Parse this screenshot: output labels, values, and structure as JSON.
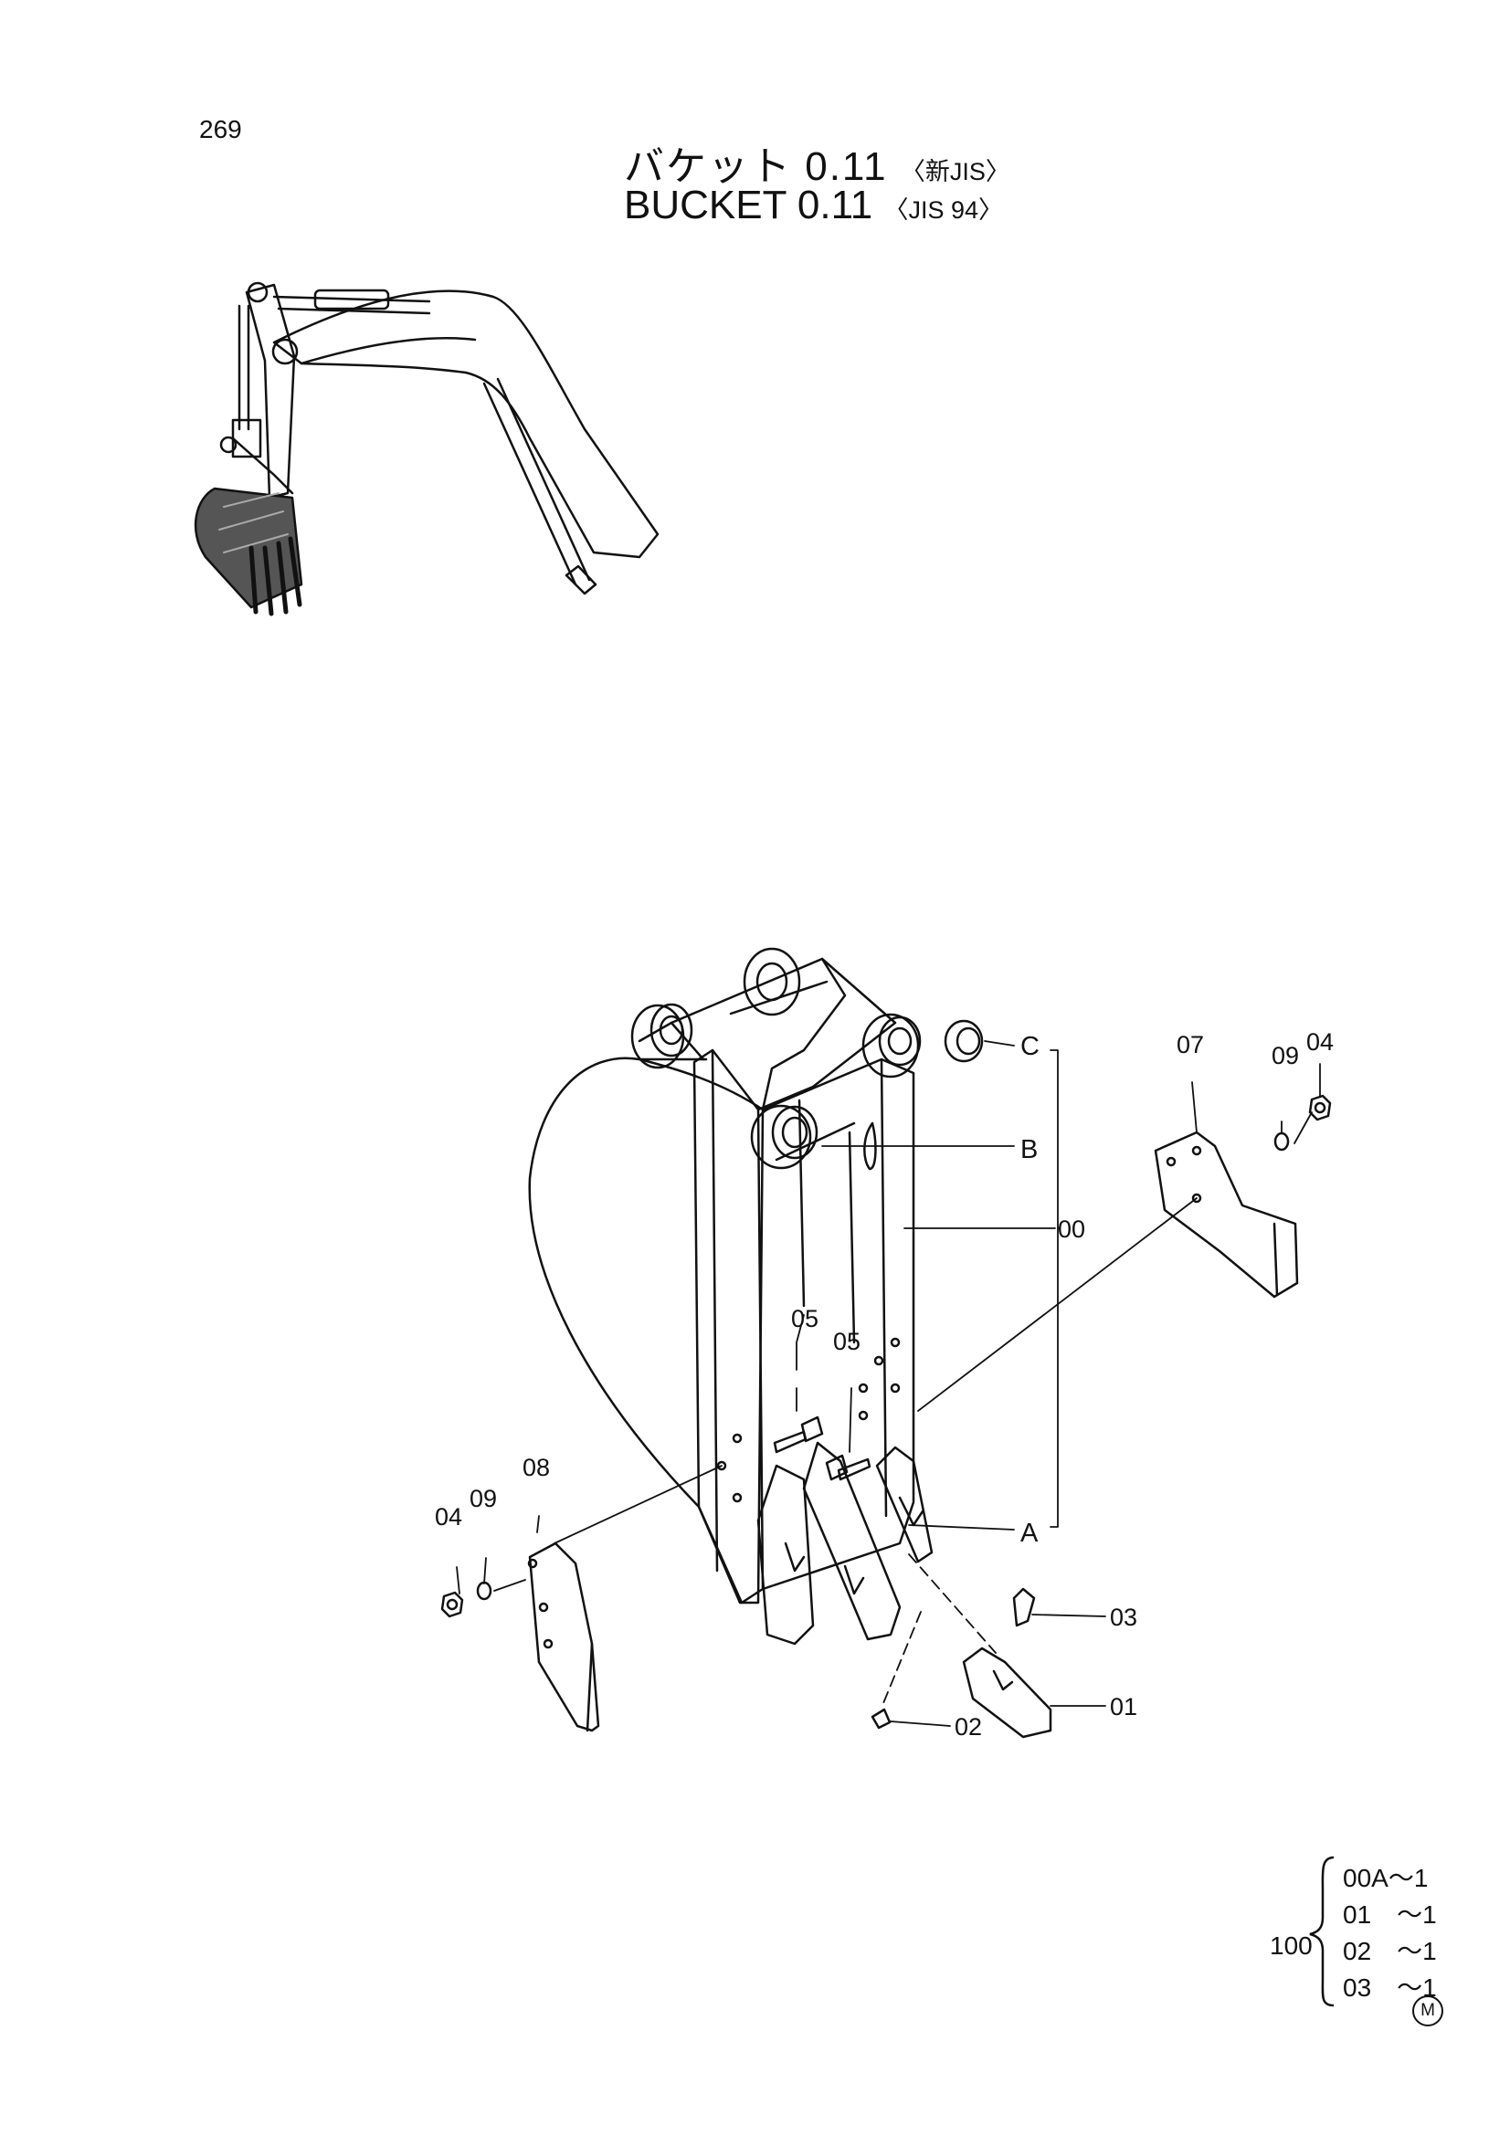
{
  "page_number": "269",
  "title": {
    "japanese": "バケット 0.11",
    "japanese_std": "〈新JIS〉",
    "english": "BUCKET 0.11",
    "english_std": "〈JIS 94〉"
  },
  "callouts": {
    "c00": "00",
    "c01": "01",
    "c02": "02",
    "c03": "03",
    "c04_left": "04",
    "c04_right": "04",
    "c05_left": "05",
    "c05_right": "05",
    "c07": "07",
    "c08": "08",
    "c09_left": "09",
    "c09_right": "09"
  },
  "letters": {
    "a": "A",
    "b": "B",
    "c": "C"
  },
  "summary": {
    "parent": "100",
    "rows": [
      "00A～1",
      "01　～1",
      "02　～1",
      "03　～1"
    ],
    "mark": "M"
  },
  "colors": {
    "ink": "#111111",
    "paper": "#ffffff"
  }
}
